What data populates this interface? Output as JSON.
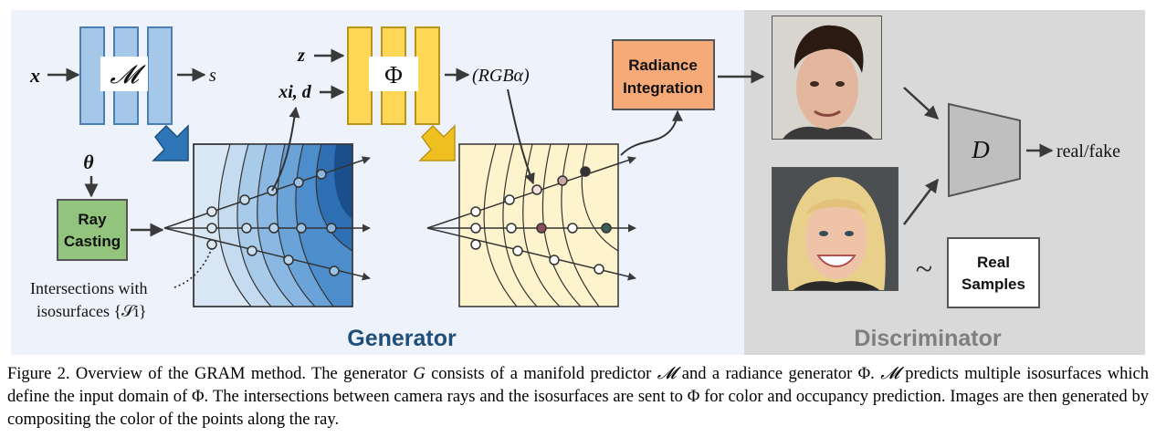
{
  "generator_section": {
    "title": "Generator"
  },
  "discriminator_section": {
    "title": "Discriminator"
  },
  "manifold_predictor": {
    "symbol": "𝓜",
    "input": "x",
    "output": "s"
  },
  "radiance_generator": {
    "symbol": "Φ",
    "input_top": "z",
    "input_bottom": "xi, d",
    "output": "(RGBα)"
  },
  "radiance_integration": {
    "line1": "Radiance",
    "line2": "Integration"
  },
  "ray_casting": {
    "line1": "Ray",
    "line2": "Casting",
    "theta_label": "θ"
  },
  "intersections_note": {
    "line1": "Intersections with",
    "line2": "isosurfaces {𝒮i}"
  },
  "discriminator": {
    "symbol": "D",
    "output": "real/fake"
  },
  "real_samples": {
    "line1": "Real",
    "line2": "Samples",
    "tilde": "~"
  },
  "colors": {
    "generator_bg": "#eef3fb",
    "discriminator_bg": "#d9d9d9",
    "mlp_blue": "#a6c8e8",
    "mlp_yellow": "#fdd755",
    "radiance_box": "#f6aa77",
    "ray_box": "#93c47d",
    "generator_title": "#1f4e79",
    "discriminator_title": "#7f7f7f"
  },
  "caption": {
    "lead": "Figure 2. Overview of the GRAM method. The generator ",
    "g": "G",
    "t1": " consists of a manifold predictor ",
    "m1": "𝓜",
    "t2": " and a radiance generator Φ. ",
    "m2": "𝓜",
    "t3": " predicts multiple isosurfaces which define the input domain of Φ. The intersections between camera rays and the isosurfaces are sent to Φ for color and occupancy prediction. Images are then generated by compositing the color of the points along the ray."
  }
}
